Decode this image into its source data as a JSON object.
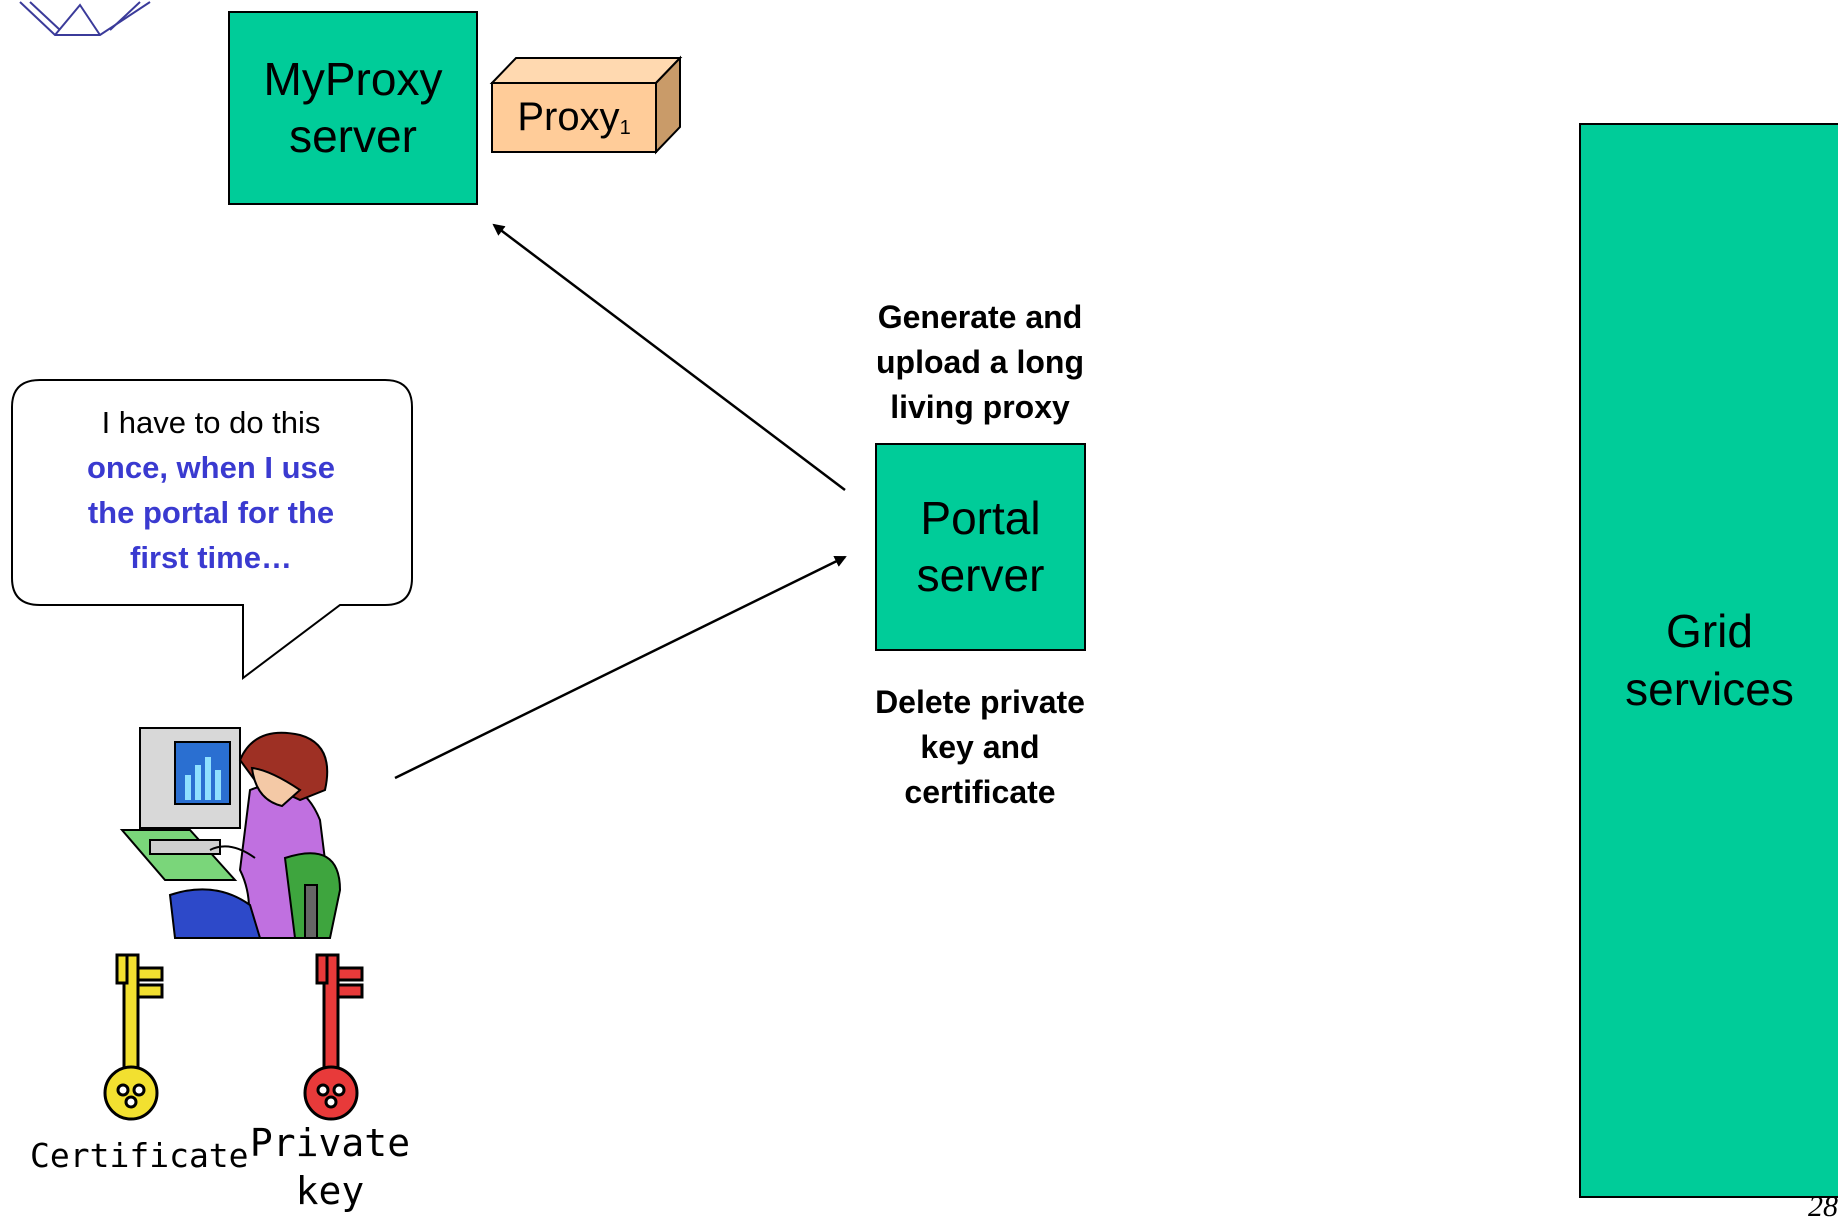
{
  "nodes": {
    "myproxy_server": "MyProxy\nserver",
    "portal_server": "Portal\nserver",
    "grid_services": "Grid\nservices"
  },
  "proxy_box": {
    "base": "Proxy",
    "sub": "1"
  },
  "captions": {
    "generate": "Generate and\nupload a long\nliving proxy",
    "delete": "Delete private\nkey and\ncertificate"
  },
  "speech_bubble": {
    "line1": "I have to do this",
    "highlight": "once, when I use\nthe portal for the\nfirst time…"
  },
  "keys": {
    "certificate": {
      "label": "Certificate",
      "color": "#f2e030"
    },
    "private_key": {
      "label": "Private\nkey",
      "color": "#e83a3a"
    }
  },
  "colors": {
    "server_fill": "#00cc99",
    "proxy_fill": "#ffcc99",
    "highlight_text": "#3a3ad0"
  },
  "page_number": "28"
}
